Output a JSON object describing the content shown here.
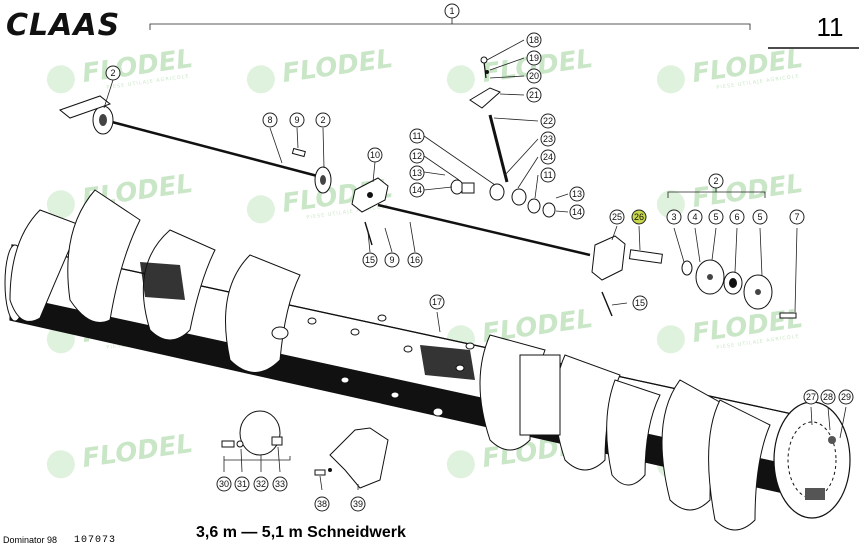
{
  "header": {
    "brand": "CLAAS",
    "page_number": "11",
    "assembly_callout": "1"
  },
  "footer": {
    "model": "Dominator 98",
    "code": "107073",
    "title": "3,6 m — 5,1 m Schneidwerk"
  },
  "watermark": {
    "text": "FLODEL",
    "tagline": "PIESE UTILAJE AGRICOLE"
  },
  "callouts": [
    {
      "id": "c2a",
      "label": "2"
    },
    {
      "id": "c8",
      "label": "8"
    },
    {
      "id": "c9a",
      "label": "9"
    },
    {
      "id": "c2b",
      "label": "2"
    },
    {
      "id": "c10",
      "label": "10"
    },
    {
      "id": "c11a",
      "label": "11"
    },
    {
      "id": "c12",
      "label": "12"
    },
    {
      "id": "c13a",
      "label": "13"
    },
    {
      "id": "c14a",
      "label": "14"
    },
    {
      "id": "c15a",
      "label": "15"
    },
    {
      "id": "c9b",
      "label": "9"
    },
    {
      "id": "c16",
      "label": "16"
    },
    {
      "id": "c18",
      "label": "18"
    },
    {
      "id": "c19",
      "label": "19"
    },
    {
      "id": "c20",
      "label": "20"
    },
    {
      "id": "c21",
      "label": "21"
    },
    {
      "id": "c22",
      "label": "22"
    },
    {
      "id": "c23",
      "label": "23"
    },
    {
      "id": "c24",
      "label": "24"
    },
    {
      "id": "c11b",
      "label": "11"
    },
    {
      "id": "c13b",
      "label": "13"
    },
    {
      "id": "c14b",
      "label": "14"
    },
    {
      "id": "c25",
      "label": "25"
    },
    {
      "id": "c26",
      "label": "26",
      "highlight": true
    },
    {
      "id": "c2c",
      "label": "2"
    },
    {
      "id": "c3",
      "label": "3"
    },
    {
      "id": "c4",
      "label": "4"
    },
    {
      "id": "c5a",
      "label": "5"
    },
    {
      "id": "c6",
      "label": "6"
    },
    {
      "id": "c5b",
      "label": "5"
    },
    {
      "id": "c7",
      "label": "7"
    },
    {
      "id": "c15b",
      "label": "15"
    },
    {
      "id": "c17",
      "label": "17"
    },
    {
      "id": "c27",
      "label": "27"
    },
    {
      "id": "c28",
      "label": "28"
    },
    {
      "id": "c29",
      "label": "29"
    },
    {
      "id": "c30",
      "label": "30"
    },
    {
      "id": "c31",
      "label": "31"
    },
    {
      "id": "c32",
      "label": "32"
    },
    {
      "id": "c33",
      "label": "33"
    },
    {
      "id": "c38",
      "label": "38"
    },
    {
      "id": "c39",
      "label": "39"
    }
  ]
}
